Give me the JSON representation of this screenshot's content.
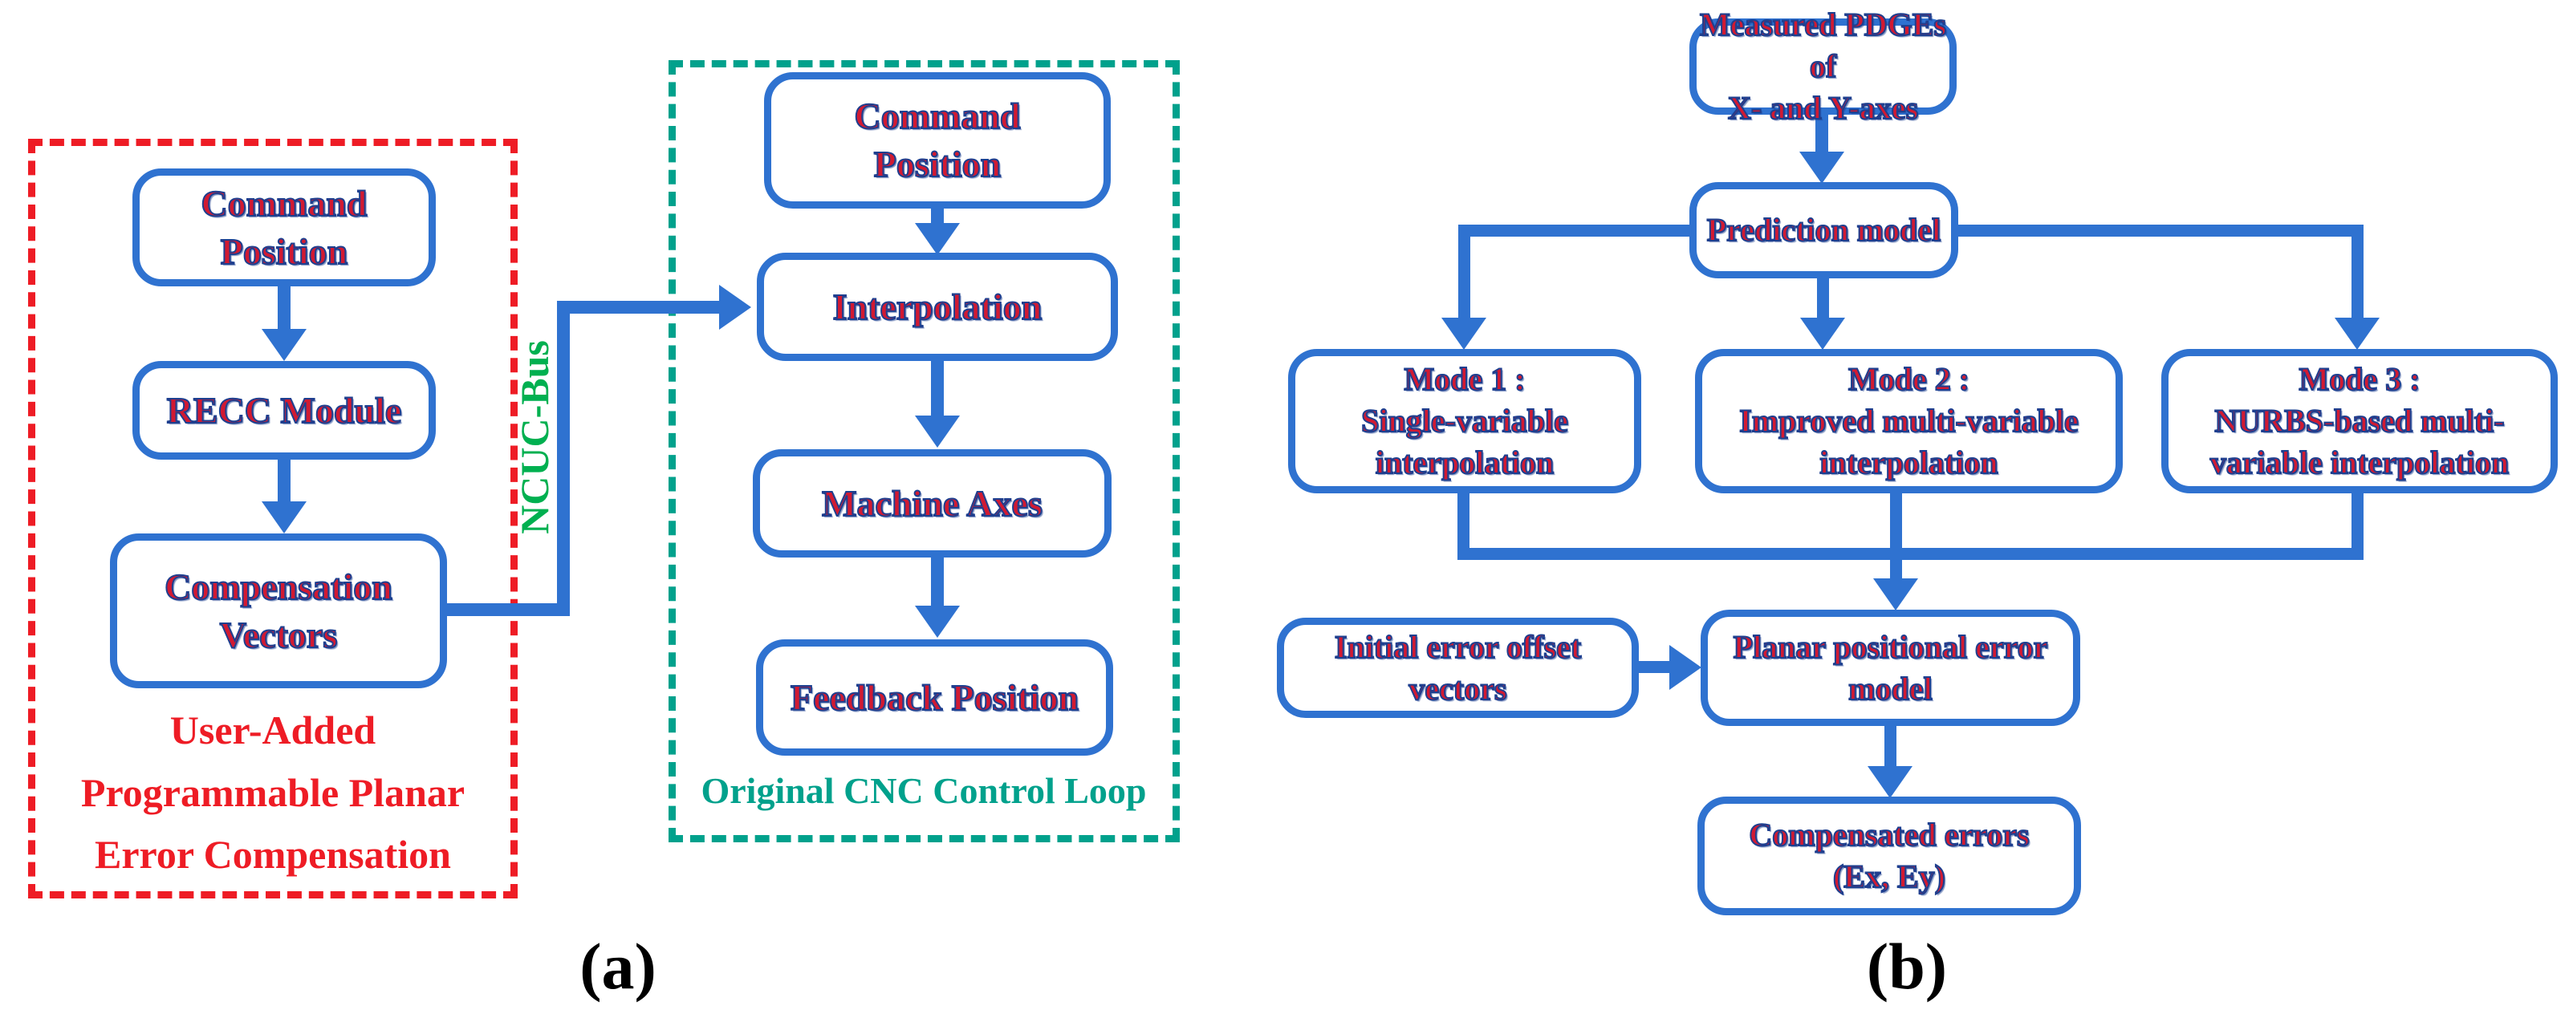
{
  "figure": {
    "type": "flowchart-figure",
    "panels": [
      "a",
      "b"
    ]
  },
  "colors": {
    "blue": "#2f72d0",
    "red": "#ee1c25",
    "teal": "#00a18c",
    "green": "#00b050",
    "node_text": "#d11a32",
    "node_text_outline": "#1e3f8f",
    "panel_label": "#000000"
  },
  "diagram_a": {
    "panel_label": "(a)",
    "red_group_label": "User-Added\nProgrammable Planar\nError Compensation",
    "green_group_label": "Original CNC Control Loop",
    "bus_label": "NCUC-Bus",
    "nodes": {
      "command_position_user": "Command\nPosition",
      "recc_module": "RECC Module",
      "compensation_vectors": "Compensation\nVectors",
      "command_position_cnc": "Command\nPosition",
      "interpolation": "Interpolation",
      "machine_axes": "Machine Axes",
      "feedback_position": "Feedback Position"
    }
  },
  "diagram_b": {
    "panel_label": "(b)",
    "nodes": {
      "measured_pdges": "Measured PDGEs of\nX- and Y-axes",
      "prediction_model": "Prediction model",
      "mode1": "Mode 1 :\nSingle-variable\ninterpolation",
      "mode2": "Mode 2 :\nImproved multi-variable\ninterpolation",
      "mode3": "Mode 3 :\nNURBS-based multi-\nvariable interpolation",
      "initial_error_offset": "Initial error offset\nvectors",
      "planar_error_model": "Planar positional error\nmodel",
      "compensated_errors": "Compensated errors\n(Ex, Ey)"
    }
  }
}
